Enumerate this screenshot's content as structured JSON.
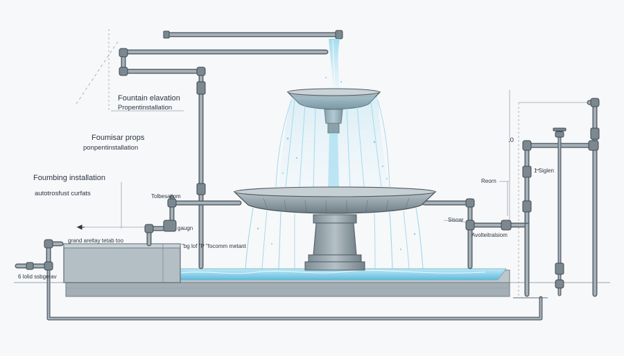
{
  "labels": {
    "fountain_elevation": "Fountain elavation",
    "proper_installation_1": "Propentinstallation",
    "fountain_props": "Foumisar props",
    "proper_installation_2": "ponpentinstallation",
    "plumbing_installation": "Foumbing installation",
    "autoprose_outlets": "autotrosfust curfats",
    "toilet_station": "Tolbesatiom",
    "gauge": "gaugn",
    "grand_label": "grand areltay tetab too",
    "flow_meter": "\"bg lof \"P \"focomm metant",
    "solid_base": "6 lolid ssbgerav",
    "room": "Reorn",
    "sensor": "Sisoar",
    "available_location": "Avolteitralsiom",
    "sign": "1 Siglen",
    "dimension": ".0"
  },
  "colors": {
    "pipe": "#8c979f",
    "pipe_dark": "#56616a",
    "stone": "#a9b6bd",
    "stone_dark": "#6f7d85",
    "water": "#8fd3ea",
    "water_light": "#cdeef8",
    "ink": "#2c3440"
  }
}
